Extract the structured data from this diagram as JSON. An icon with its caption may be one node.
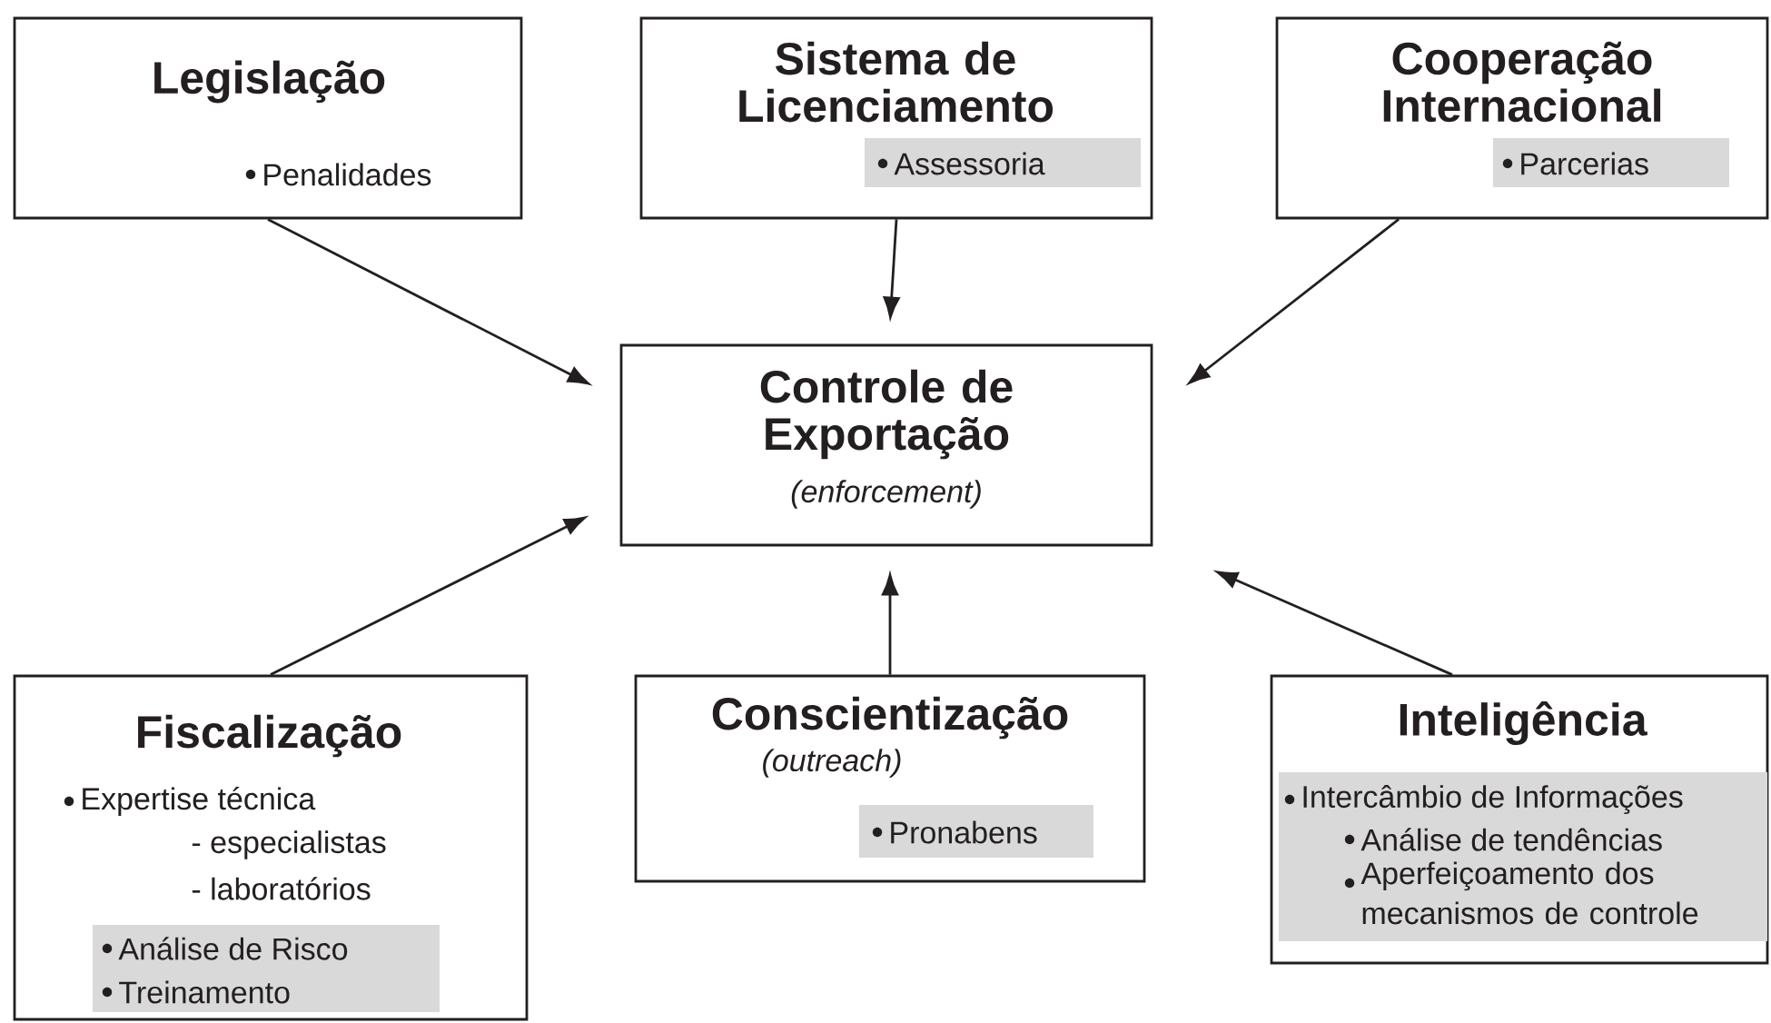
{
  "diagram": {
    "nodes": [
      {
        "text": [
          "Legislação",
          "Penalidades"
        ]
      },
      {
        "text": [
          "Sistema de Licenciamento"
        ]
      },
      {
        "text": [
          "Assessoria"
        ],
        "in": 1
      },
      {
        "text": [
          "Cooperação Internacional"
        ]
      },
      {
        "text": [
          "Parcerias"
        ],
        "in": 3
      },
      {
        "text": [
          "Controle de Exportação",
          "(enforcement)"
        ]
      },
      {
        "text": [
          "Fiscalização",
          "Expertise técnica",
          "- especialistas",
          "- laboratórios"
        ]
      },
      {
        "text": [
          "Análise de Risco",
          "Treinamento"
        ],
        "in": 6
      },
      {
        "text": [
          "Conscientização",
          "(outreach)"
        ]
      },
      {
        "text": [
          "Pronabens"
        ],
        "in": 8
      },
      {
        "text": [
          "Inteligência"
        ]
      },
      {
        "text": [
          "Intercâmbio de Informações",
          "Análise de tendências",
          "Aperfeiçoamento dos mecanismos de controle"
        ],
        "in": 10
      }
    ],
    "edges": [
      {
        "from": 0,
        "to": 5,
        "arrow": "to"
      },
      {
        "from": 1,
        "to": 5,
        "arrow": "to"
      },
      {
        "from": 3,
        "to": 5,
        "arrow": "to"
      },
      {
        "from": 6,
        "to": 5,
        "arrow": "to"
      },
      {
        "from": 8,
        "to": 5,
        "arrow": "to"
      },
      {
        "from": 10,
        "to": 5,
        "arrow": "to"
      }
    ]
  }
}
